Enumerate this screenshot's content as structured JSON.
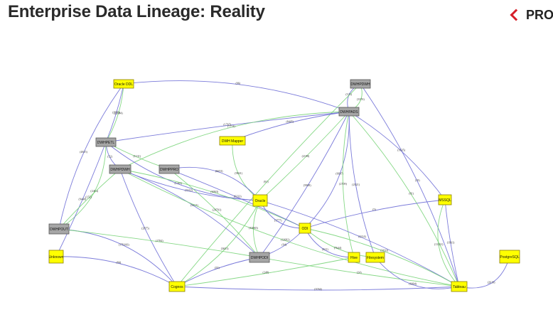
{
  "header": {
    "title": "Enterprise Data Lineage: Reality",
    "brand_text": "PRO"
  },
  "colors": {
    "source_node": "#ffff00",
    "hub_node": "#a6a6a6",
    "edge_blue": "#6d6dd6",
    "edge_green": "#79d479",
    "brand_accent": "#d6202a"
  },
  "diagram": {
    "nodes": [
      {
        "id": "oracle_ddl",
        "label": "Oracle DDL",
        "kind": "source"
      },
      {
        "id": "dwhpdwh",
        "label": "DWHPDWH",
        "kind": "hub"
      },
      {
        "id": "dwhpads",
        "label": "DWHPADS",
        "kind": "hub"
      },
      {
        "id": "dwhpetl",
        "label": "DWHPETL",
        "kind": "hub"
      },
      {
        "id": "dwh_mapper",
        "label": "DWH Mapper",
        "kind": "source"
      },
      {
        "id": "dwhpdwh2",
        "label": "DWHPDWH",
        "kind": "hub"
      },
      {
        "id": "dwhppro",
        "label": "DWHPPRO",
        "kind": "hub"
      },
      {
        "id": "oracle",
        "label": "Oracle",
        "kind": "source"
      },
      {
        "id": "mssql",
        "label": "MSSQL",
        "kind": "source"
      },
      {
        "id": "dwhpout",
        "label": "DWHPOUT",
        "kind": "hub"
      },
      {
        "id": "odi",
        "label": "ODI",
        "kind": "source"
      },
      {
        "id": "unknown",
        "label": "Unknown",
        "kind": "source"
      },
      {
        "id": "dwhpodi",
        "label": "DWHPODI",
        "kind": "hub"
      },
      {
        "id": "hive",
        "label": "Hive",
        "kind": "source"
      },
      {
        "id": "filesystem",
        "label": "Filesystem",
        "kind": "source"
      },
      {
        "id": "postgresql",
        "label": "PostgreSQL",
        "kind": "source"
      },
      {
        "id": "cognos",
        "label": "Cognos",
        "kind": "source"
      },
      {
        "id": "tableau",
        "label": "Tableau",
        "kind": "source"
      }
    ],
    "edges": [
      {
        "from": "oracle_ddl",
        "to": "dwhpads",
        "color": "blue",
        "label": "(96)"
      },
      {
        "from": "oracle_ddl",
        "to": "dwhpetl",
        "color": "blue",
        "label": "(1978)"
      },
      {
        "from": "oracle_ddl",
        "to": "dwhpetl",
        "color": "green",
        "label": "(22684)"
      },
      {
        "from": "oracle_ddl",
        "to": "dwhpout",
        "color": "blue",
        "label": "(4815)"
      },
      {
        "from": "dwhpdwh",
        "to": "dwhpads",
        "color": "blue",
        "label": "(123)"
      },
      {
        "from": "dwhpdwh",
        "to": "dwhpads",
        "color": "green",
        "label": "(3376)"
      },
      {
        "from": "dwhpdwh",
        "to": "tableau",
        "color": "blue",
        "label": "(19)"
      },
      {
        "from": "dwhpdwh",
        "to": "cognos",
        "color": "green",
        "label": "(91)"
      },
      {
        "from": "dwhpads",
        "to": "dwhpetl",
        "color": "blue",
        "label": "(1767)"
      },
      {
        "from": "dwhpads",
        "to": "dwhpdwh2",
        "color": "green",
        "label": "(7774)"
      },
      {
        "from": "dwhpads",
        "to": "odi",
        "color": "blue",
        "label": "(6697)"
      },
      {
        "from": "dwhpads",
        "to": "oracle",
        "color": "green",
        "label": "(2198)"
      },
      {
        "from": "dwhpads",
        "to": "dwhpodi",
        "color": "blue",
        "label": "(5908)"
      },
      {
        "from": "dwhpads",
        "to": "hive",
        "color": "green",
        "label": "(2709)"
      },
      {
        "from": "dwhpads",
        "to": "filesystem",
        "color": "blue",
        "label": "(2021)"
      },
      {
        "from": "dwhpads",
        "to": "mssql",
        "color": "blue",
        "label": "(1635)"
      },
      {
        "from": "dwhpads",
        "to": "tableau",
        "color": "green",
        "label": "(81)"
      },
      {
        "from": "dwhpetl",
        "to": "dwhpdwh2",
        "color": "blue",
        "label": "(52)"
      },
      {
        "from": "dwhpetl",
        "to": "dwhppro",
        "color": "green",
        "label": "(1131)"
      },
      {
        "from": "dwhpetl",
        "to": "oracle",
        "color": "blue",
        "label": "(1483)"
      },
      {
        "from": "dwhpetl",
        "to": "dwhpout",
        "color": "green",
        "label": "(2464)"
      },
      {
        "from": "dwhpetl",
        "to": "unknown",
        "color": "blue",
        "label": "(9440)"
      },
      {
        "from": "dwh_mapper",
        "to": "dwhpads",
        "color": "blue",
        "label": "(8405)"
      },
      {
        "from": "dwh_mapper",
        "to": "oracle",
        "color": "green",
        "label": "(9841)"
      },
      {
        "from": "dwhpdwh2",
        "to": "oracle",
        "color": "blue",
        "label": "(3312)"
      },
      {
        "from": "dwhpdwh2",
        "to": "odi",
        "color": "green",
        "label": "(6063)"
      },
      {
        "from": "dwhpdwh2",
        "to": "dwhpodi",
        "color": "blue",
        "label": "(5814)"
      },
      {
        "from": "dwhpdwh2",
        "to": "cognos",
        "color": "blue",
        "label": "(2875)"
      },
      {
        "from": "dwhpdwh2",
        "to": "dwhpout",
        "color": "green",
        "label": "(152)"
      },
      {
        "from": "dwhpdwh2",
        "to": "tableau",
        "color": "green",
        "label": "(12682)"
      },
      {
        "from": "dwhppro",
        "to": "oracle",
        "color": "blue",
        "label": "(6653)"
      },
      {
        "from": "dwhppro",
        "to": "odi",
        "color": "blue",
        "label": "(6233)"
      },
      {
        "from": "dwhppro",
        "to": "dwhpodi",
        "color": "green",
        "label": "(24791)"
      },
      {
        "from": "oracle",
        "to": "odi",
        "color": "blue",
        "label": "(1777)"
      },
      {
        "from": "oracle",
        "to": "dwhpodi",
        "color": "green",
        "label": "(10065)"
      },
      {
        "from": "oracle",
        "to": "tableau",
        "color": "blue",
        "label": "(2214)"
      },
      {
        "from": "oracle",
        "to": "cognos",
        "color": "green",
        "label": "(3651)"
      },
      {
        "from": "mssql",
        "to": "odi",
        "color": "blue",
        "label": "(5)"
      },
      {
        "from": "mssql",
        "to": "tableau",
        "color": "blue",
        "label": "(1961)"
      },
      {
        "from": "mssql",
        "to": "tableau",
        "color": "green",
        "label": "(11231)"
      },
      {
        "from": "dwhpout",
        "to": "cognos",
        "color": "blue",
        "label": "(179166)"
      },
      {
        "from": "dwhpout",
        "to": "dwhpodi",
        "color": "green",
        "label": "(1784)"
      },
      {
        "from": "odi",
        "to": "dwhpodi",
        "color": "blue",
        "label": "(94)"
      },
      {
        "from": "odi",
        "to": "hive",
        "color": "blue",
        "label": "(421)"
      },
      {
        "from": "odi",
        "to": "filesystem",
        "color": "green",
        "label": "(7644)"
      },
      {
        "from": "odi",
        "to": "tableau",
        "color": "green",
        "label": "(3163)"
      },
      {
        "from": "unknown",
        "to": "cognos",
        "color": "blue",
        "label": "(84)"
      },
      {
        "from": "dwhpodi",
        "to": "cognos",
        "color": "blue",
        "label": "(55)"
      },
      {
        "from": "dwhpodi",
        "to": "tableau",
        "color": "green",
        "label": "(24)"
      },
      {
        "from": "filesystem",
        "to": "tableau",
        "color": "blue",
        "label": "(6094)"
      },
      {
        "from": "postgresql",
        "to": "tableau",
        "color": "blue",
        "label": "(2619)"
      },
      {
        "from": "hive",
        "to": "cognos",
        "color": "green",
        "label": "(248)"
      },
      {
        "from": "tableau",
        "to": "cognos",
        "color": "blue",
        "label": "(1034)"
      }
    ]
  }
}
